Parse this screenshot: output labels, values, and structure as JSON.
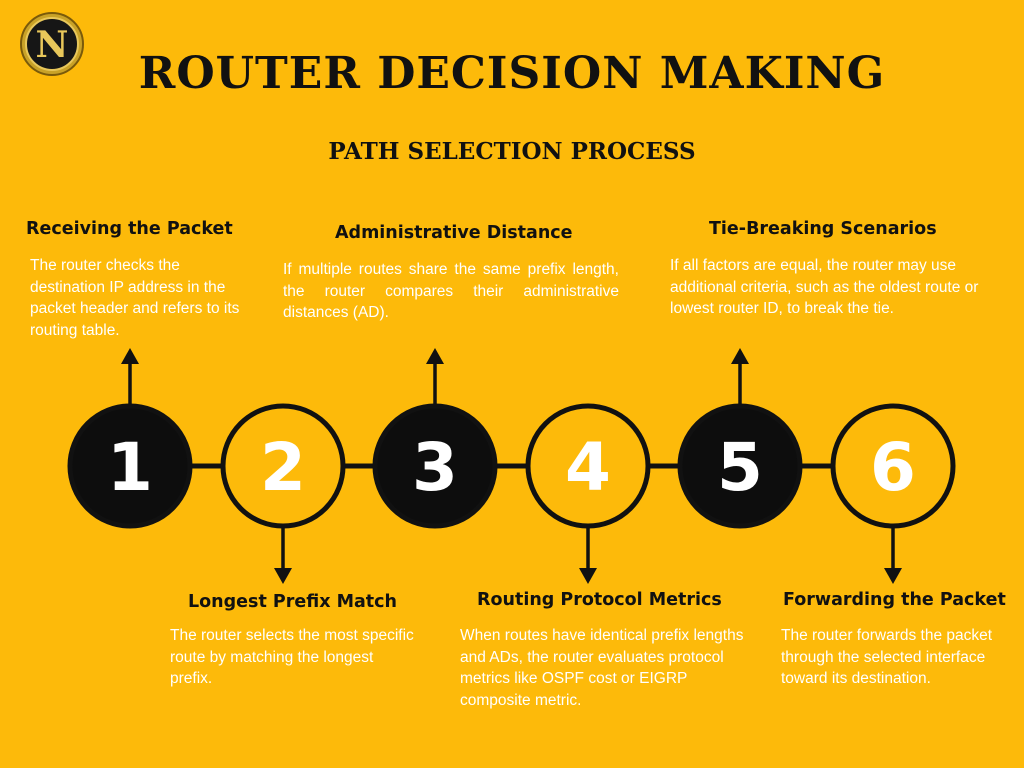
{
  "logo": {
    "letter": "N",
    "icon": "n-logo-icon"
  },
  "title": "ROUTER DECISION MAKING",
  "subtitle": "PATH SELECTION PROCESS",
  "colors": {
    "background": "#FDBA0A",
    "dark_circle": "#0D0D0D",
    "outline": "#111111",
    "description_text": "#FFFFFF"
  },
  "steps": [
    {
      "number": "1",
      "title": "Receiving the Packet",
      "description": "The router checks the destination IP address in the packet header and refers to its routing table.",
      "fill": "dark",
      "label_side": "top"
    },
    {
      "number": "2",
      "title": "Longest Prefix Match",
      "description": "The router selects the most specific route by matching the longest prefix.",
      "fill": "light",
      "label_side": "bottom"
    },
    {
      "number": "3",
      "title": "Administrative Distance",
      "description": "If multiple routes share the same prefix length, the router compares their administrative distances (AD).",
      "fill": "dark",
      "label_side": "top"
    },
    {
      "number": "4",
      "title": "Routing Protocol Metrics",
      "description": "When routes have identical prefix lengths and ADs, the router evaluates protocol metrics like OSPF cost or EIGRP composite metric.",
      "fill": "light",
      "label_side": "bottom"
    },
    {
      "number": "5",
      "title": "Tie-Breaking Scenarios",
      "description": "If all factors are equal, the router may use additional criteria, such as the oldest route or lowest router ID, to break the tie.",
      "fill": "dark",
      "label_side": "top"
    },
    {
      "number": "6",
      "title": "Forwarding the Packet",
      "description": "The router forwards the packet through the selected interface toward its destination.",
      "fill": "light",
      "label_side": "bottom"
    }
  ]
}
